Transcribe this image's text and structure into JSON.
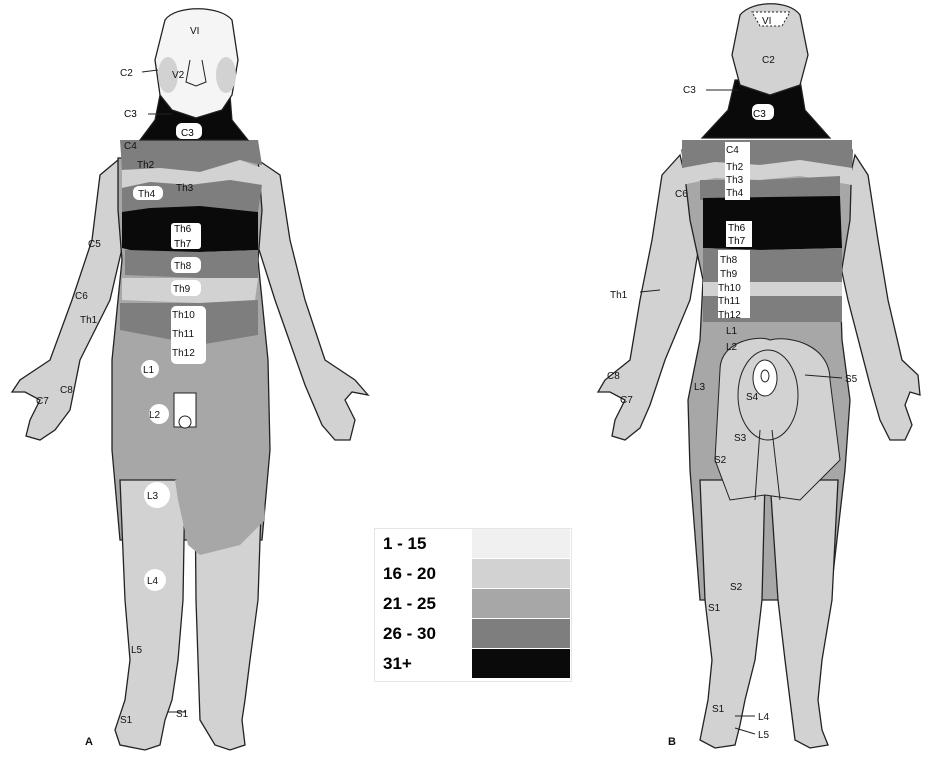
{
  "panels": [
    {
      "letter": "A",
      "labels": [
        "VI",
        "V2",
        "C2",
        "C3",
        "C3",
        "C4",
        "Th2",
        "Th4",
        "Th3",
        "Th6",
        "Th7",
        "Th8",
        "Th9",
        "Th10",
        "Th11",
        "Th12",
        "C5",
        "C6",
        "Th1",
        "C8",
        "C7",
        "L1",
        "L2",
        "L3",
        "L4",
        "L5",
        "S1",
        "S1"
      ]
    },
    {
      "letter": "B",
      "labels": [
        "VI",
        "C2",
        "C3",
        "C3",
        "C4",
        "Th2",
        "Th3",
        "Th4",
        "C6",
        "Th6",
        "Th7",
        "Th8",
        "Th9",
        "Th10",
        "Th11",
        "Th12",
        "L1",
        "L2",
        "Th1",
        "C8",
        "C7",
        "L3",
        "S5",
        "S4",
        "S3",
        "S2",
        "S2",
        "S1",
        "S1",
        "L4",
        "L5"
      ]
    }
  ],
  "legend": [
    {
      "label": "1 - 15",
      "color": "#f0f0f0"
    },
    {
      "label": "16 - 20",
      "color": "#d2d2d2"
    },
    {
      "label": "21 - 25",
      "color": "#a7a7a7"
    },
    {
      "label": "26 - 30",
      "color": "#7e7e7e"
    },
    {
      "label": "31+",
      "color": "#0a0a0a"
    }
  ]
}
